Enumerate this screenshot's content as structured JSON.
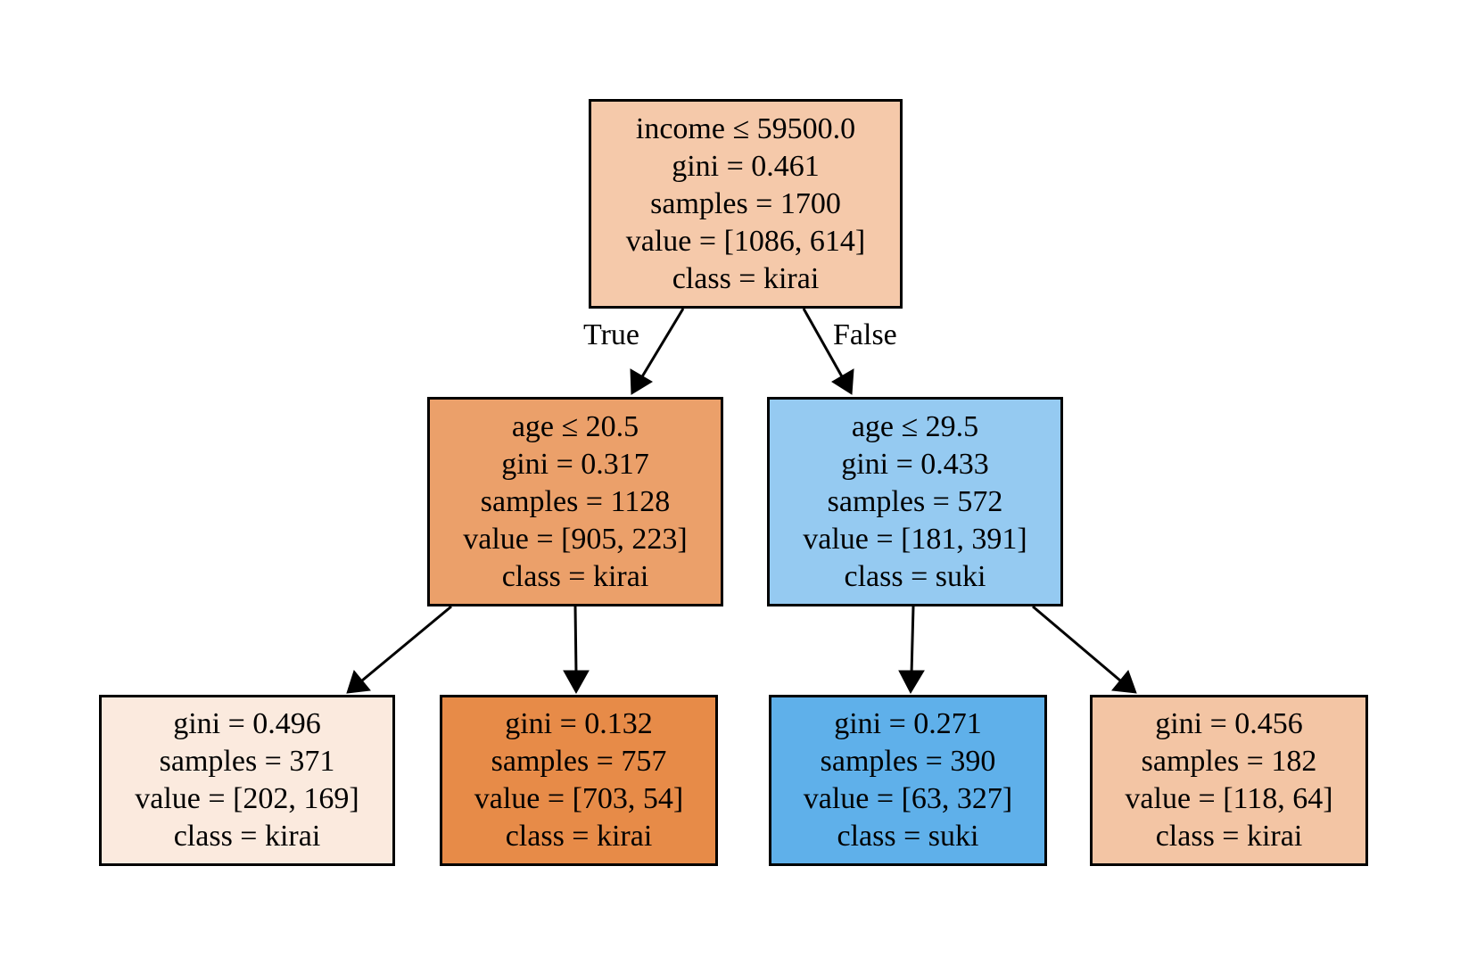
{
  "tree": {
    "edge_labels": {
      "true_label": "True",
      "false_label": "False"
    },
    "nodes": {
      "root": {
        "split": "income ≤ 59500.0",
        "gini": "gini = 0.461",
        "samples": "samples = 1700",
        "value": "value = [1086, 614]",
        "class": "class = kirai",
        "fill": "#f5c9aa"
      },
      "left": {
        "split": "age ≤ 20.5",
        "gini": "gini = 0.317",
        "samples": "samples = 1128",
        "value": "value = [905, 223]",
        "class": "class = kirai",
        "fill": "#eba06a"
      },
      "right": {
        "split": "age ≤ 29.5",
        "gini": "gini = 0.433",
        "samples": "samples = 572",
        "value": "value = [181, 391]",
        "class": "class = suki",
        "fill": "#95caf1"
      },
      "leaf_ll": {
        "gini": "gini = 0.496",
        "samples": "samples = 371",
        "value": "value = [202, 169]",
        "class": "class = kirai",
        "fill": "#fbeade"
      },
      "leaf_lr": {
        "gini": "gini = 0.132",
        "samples": "samples = 757",
        "value": "value = [703, 54]",
        "class": "class = kirai",
        "fill": "#e78b48"
      },
      "leaf_rl": {
        "gini": "gini = 0.271",
        "samples": "samples = 390",
        "value": "value = [63, 327]",
        "class": "class = suki",
        "fill": "#5fb0ea"
      },
      "leaf_rr": {
        "gini": "gini = 0.456",
        "samples": "samples = 182",
        "value": "value = [118, 64]",
        "class": "class = kirai",
        "fill": "#f3c5a4"
      }
    }
  }
}
